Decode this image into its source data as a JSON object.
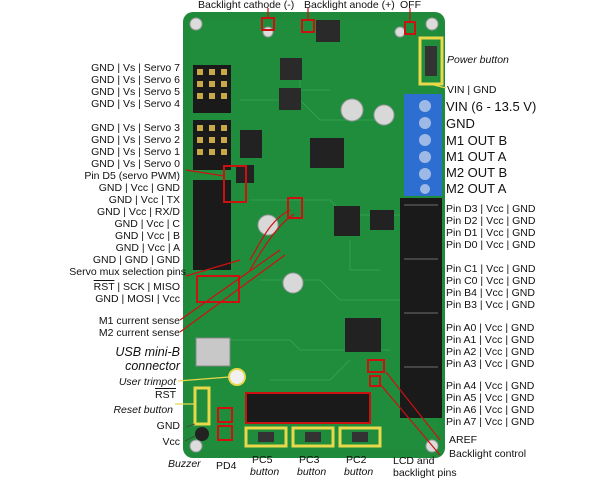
{
  "colors": {
    "pcb": "#1f8a3a",
    "pcb_dark": "#16702e",
    "header": "#1a1a1a",
    "highlight_red": "#cc1111",
    "highlight_yellow": "#e8d84a",
    "terminal_blue": "#2d6fd1"
  },
  "top": {
    "backlight_cathode": "Backlight cathode (-)",
    "backlight_anode": "Backlight anode (+)",
    "off": "OFF"
  },
  "left_servo": [
    "GND | Vs | Servo 7",
    "GND | Vs | Servo 6",
    "GND | Vs | Servo 5",
    "GND | Vs | Servo 4",
    "GND | Vs | Servo 3",
    "GND | Vs | Servo 2",
    "GND | Vs | Servo 1",
    "GND | Vs | Servo 0"
  ],
  "left_mid": {
    "pin_d5": "Pin D5 (servo PWM)",
    "rows": [
      "GND | Vcc | GND",
      "GND | Vcc | TX",
      "GND | Vcc | RX/D",
      "GND | Vcc | C",
      "GND | Vcc | B",
      "GND | Vcc | A",
      "GND | GND | GND"
    ]
  },
  "left_lower": {
    "servo_mux": "Servo mux selection pins",
    "rst": "RST",
    "sck_miso": " |  SCK  | MISO",
    "mosi": "GND | MOSI | Vcc",
    "m1_current": "M1 current sense",
    "m2_current": "M2 current sense",
    "usb_line1": "USB mini-B",
    "usb_line2": "connector",
    "user_trimpot": "User trimpot",
    "rst2": "RST",
    "reset_button": "Reset button",
    "gnd": "GND",
    "vcc": "Vcc",
    "buzzer": "Buzzer",
    "pd4": "PD4"
  },
  "bottom": {
    "pc5": "PC5",
    "pc3": "PC3",
    "pc2": "PC2",
    "button": "button",
    "lcd1": "LCD and",
    "lcd2": "backlight pins"
  },
  "right_top": {
    "power_button": "Power button",
    "vin_gnd": "VIN | GND",
    "vin": "VIN (6 - 13.5 V)",
    "gnd": "GND",
    "m1b": "M1 OUT B",
    "m1a": "M1 OUT A",
    "m2b": "M2 OUT B",
    "m2a": "M2 OUT A"
  },
  "right_pins": {
    "group1": [
      "Pin D3 | Vcc | GND",
      "Pin D2 | Vcc | GND",
      "Pin D1 | Vcc | GND",
      "Pin D0 | Vcc | GND"
    ],
    "group2": [
      "Pin C1 | Vcc | GND",
      "Pin C0 | Vcc | GND",
      "Pin B4 | Vcc | GND",
      "Pin B3 | Vcc | GND"
    ],
    "group3": [
      "Pin A0 | Vcc | GND",
      "Pin A1 | Vcc | GND",
      "Pin A2 | Vcc | GND",
      "Pin A3 | Vcc | GND"
    ],
    "group4": [
      "Pin A4 | Vcc | GND",
      "Pin A5 | Vcc | GND",
      "Pin A6 | Vcc | GND",
      "Pin A7 | Vcc | GND"
    ],
    "aref": "AREF",
    "backlight_control": "Backlight control"
  }
}
